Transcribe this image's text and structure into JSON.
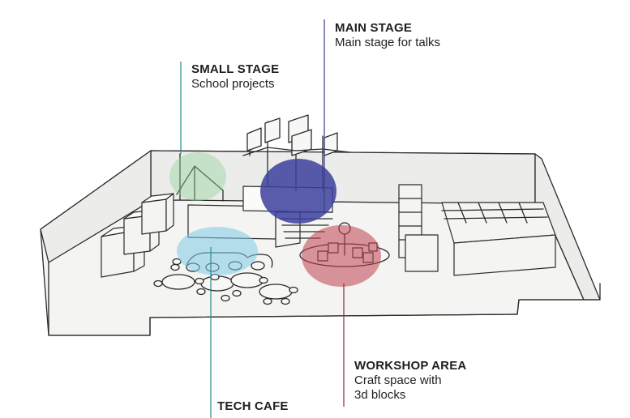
{
  "zones": {
    "main_stage": {
      "title": "MAIN STAGE",
      "description": "Main stage for talks",
      "color": "#3c3f9c",
      "line_color": "#39408a"
    },
    "small_stage": {
      "title": "SMALL STAGE",
      "description": "School projects",
      "color": "#8fd49a",
      "line_color": "#2c8c86"
    },
    "workshop_area": {
      "title": "WORKSHOP AREA",
      "description_line1": "Craft space with",
      "description_line2": "3d blocks",
      "color": "#c0404f",
      "line_color": "#8a2a35"
    },
    "tech_cafe": {
      "title": "TECH CAFE",
      "color": "#7fcbe8",
      "line_color": "#2c8c86"
    }
  }
}
